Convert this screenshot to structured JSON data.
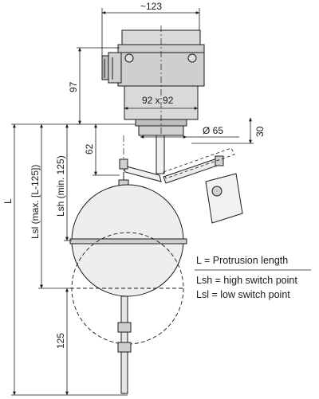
{
  "dimensions": {
    "width_top": "~123",
    "housing_square": "92 x 92",
    "height_housing": "97",
    "diameter": "Ø 65",
    "offset_30": "30",
    "offset_62": "62",
    "lsh": "Lsh (min. 125)",
    "lsl": "Lsl (max. [L-125])",
    "length_L": "L",
    "bottom_125": "125"
  },
  "legend": {
    "line1": "L = Protrusion length",
    "line2": "Lsh = high switch point",
    "line3": "Lsl = low switch point"
  },
  "colors": {
    "line": "#1a1a1a",
    "housing_fill": "#d9d9d9",
    "housing_dark": "#bdbdbd",
    "float_fill": "#ededed"
  }
}
